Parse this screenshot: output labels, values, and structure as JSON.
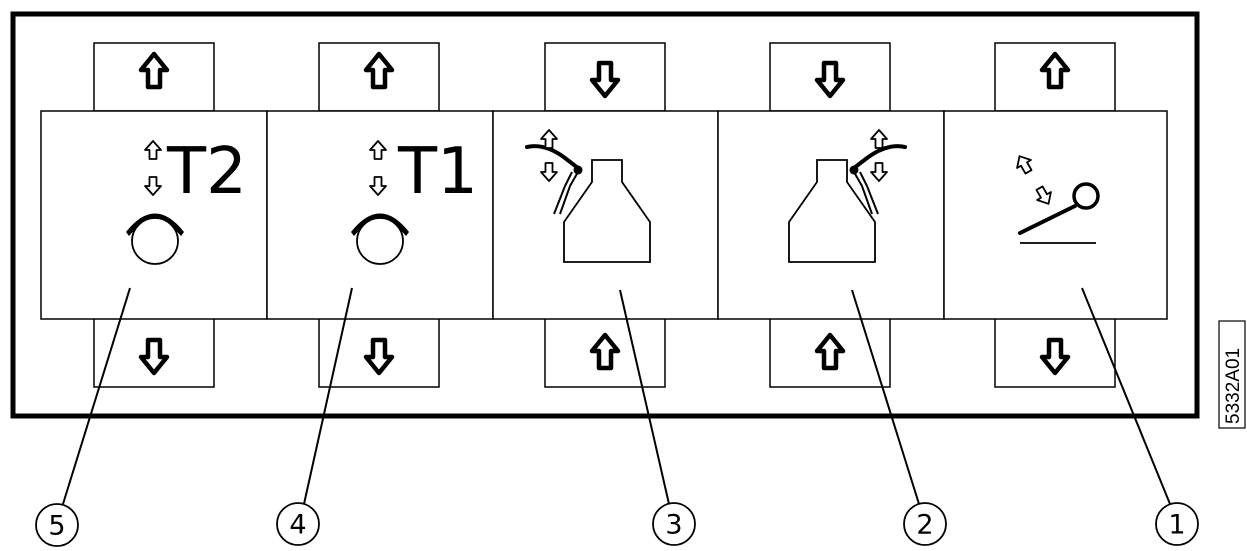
{
  "figure_code": "5332A01",
  "panel": {
    "keys": [
      {
        "number": "5",
        "icon": "roller-t2-icon",
        "badge": "T2",
        "top_arrow": "up",
        "bottom_arrow": "down"
      },
      {
        "number": "4",
        "icon": "roller-t1-icon",
        "badge": "T1",
        "top_arrow": "up",
        "bottom_arrow": "down"
      },
      {
        "number": "3",
        "icon": "left-guide-icon",
        "badge": "",
        "top_arrow": "down",
        "bottom_arrow": "up"
      },
      {
        "number": "2",
        "icon": "right-guide-icon",
        "badge": "",
        "top_arrow": "down",
        "bottom_arrow": "up"
      },
      {
        "number": "1",
        "icon": "pressure-roller-icon",
        "badge": "",
        "top_arrow": "up",
        "bottom_arrow": "down"
      }
    ]
  }
}
